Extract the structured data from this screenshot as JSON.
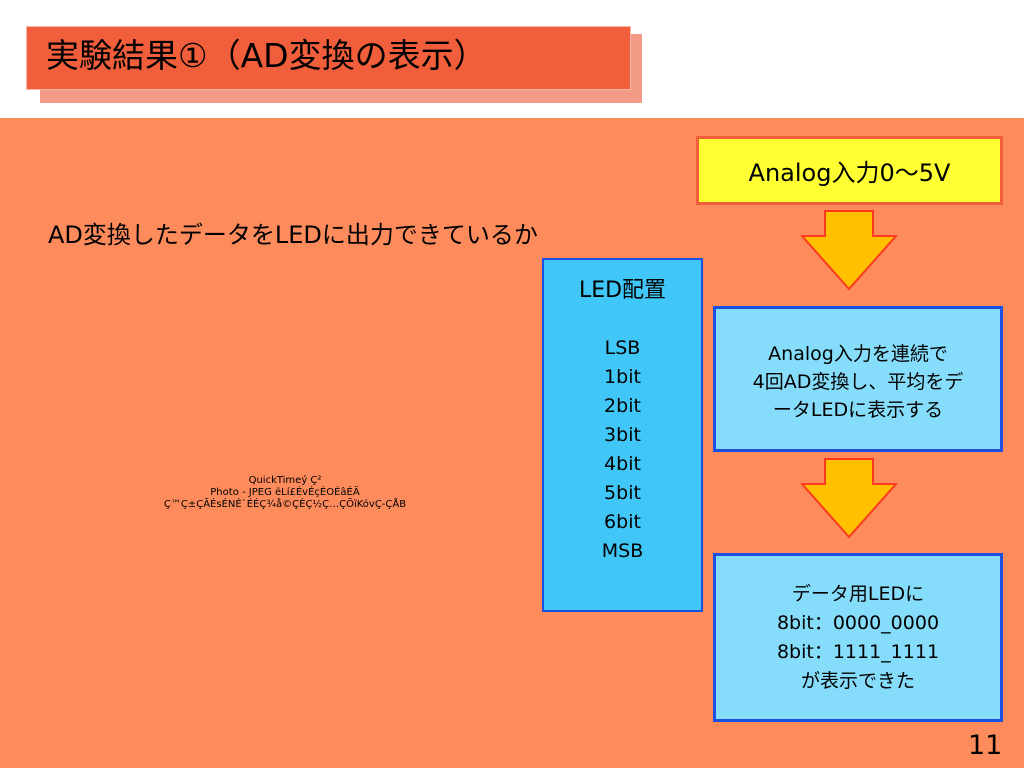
{
  "slide": {
    "title": "実験結果①（AD変換の表示）",
    "subtitle": "AD変換したデータをLEDに出力できているか",
    "page_number": "11"
  },
  "placeholder": {
    "lines": [
      "QuickTimeý Ç²",
      "Photo - JPEG ëLí£ÉvÉçÉOÉâÉÄ",
      "Ç™Ç±ÇÃÉsÉNÉ`ÉÉÇ¾å©ÇÈÇ½Ç…ÇÕïKóvÇ-ÇÅB"
    ]
  },
  "led_config": {
    "title": "LED配置",
    "items": [
      "LSB",
      "1bit",
      "2bit",
      "3bit",
      "4bit",
      "5bit",
      "6bit",
      "MSB"
    ]
  },
  "flow": {
    "input": "Analog入力0～5V",
    "process": [
      "Analog入力を連続で",
      "4回AD変換し、平均をデ",
      "ータLEDに表示する"
    ],
    "result": [
      "データ用LEDに",
      "8bit：0000_0000",
      "8bit：1111_1111",
      "が表示できた"
    ]
  },
  "colors": {
    "title_band": "#f15e3b",
    "content_bg": "#fe8b5c",
    "input_box": "#ffff33",
    "led_box": "#41c7f7",
    "flow_box": "#85ddfb",
    "box_border": "#1d4fe2",
    "arrow_fill": "#ffc000",
    "arrow_stroke": "#ff3b1f"
  }
}
